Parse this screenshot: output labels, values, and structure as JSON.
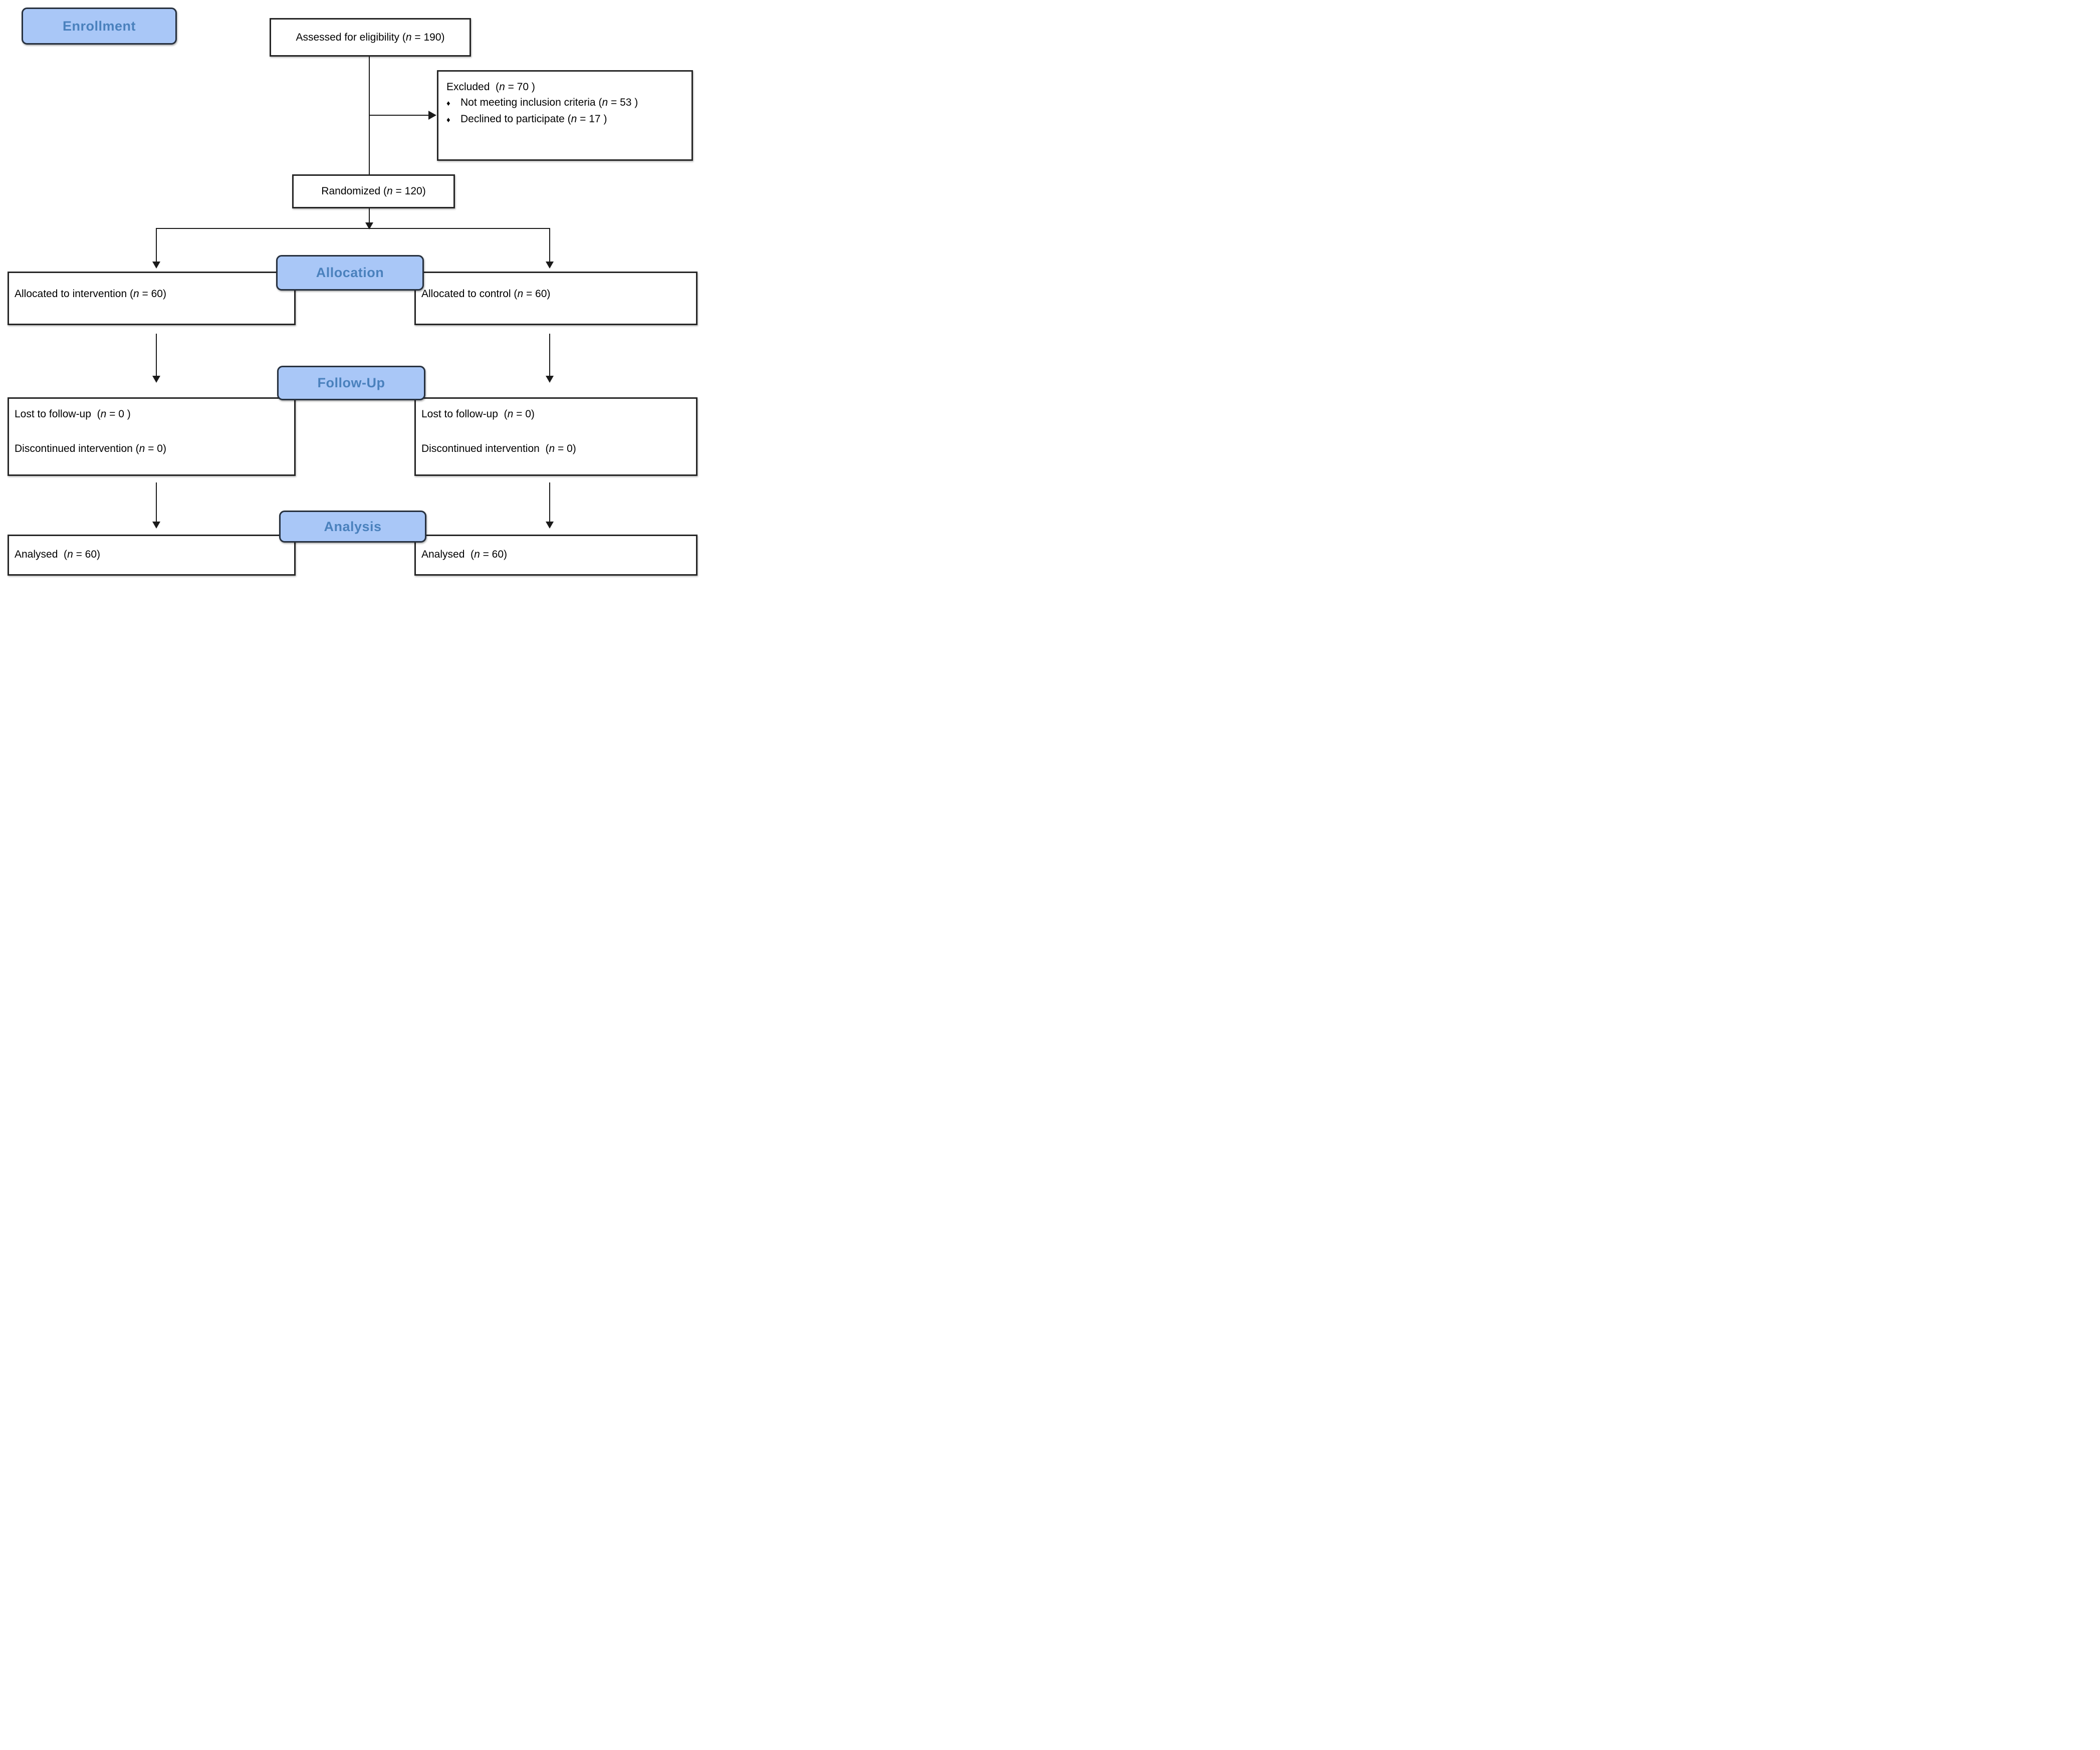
{
  "figure": {
    "kind": "consort-flow-diagram",
    "bullet_glyph": "♦",
    "colors": {
      "stage_label_fill": "#a9c7f7",
      "stage_label_text": "#4a81bd",
      "stage_label_border": "#27313f",
      "box_border": "#262626",
      "connector": "#1a1a1a",
      "background": "#ffffff"
    },
    "stages": {
      "enrollment": "Enrollment",
      "allocation": "Allocation",
      "followup": "Follow-Up",
      "analysis": "Analysis"
    },
    "boxes": {
      "assessed": "Assessed for eligibility (n = 190)",
      "excluded_title": "Excluded  (n = 70 )",
      "excluded_bullets": [
        "Not meeting inclusion criteria (n = 53 )",
        "Declined to participate (n = 17 )"
      ],
      "randomized": "Randomized (n = 120)",
      "allocated_intervention": "Allocated to intervention (n = 60)",
      "allocated_control": "Allocated to control (n = 60)",
      "followup_left_line1": "Lost to follow-up  (n = 0 )",
      "followup_left_line2": "Discontinued intervention (n = 0)",
      "followup_right_line1": "Lost to follow-up  (n = 0)",
      "followup_right_line2": "Discontinued intervention  (n = 0)",
      "analysed_left": "Analysed  (n = 60)",
      "analysed_right": "Analysed  (n = 60)"
    }
  }
}
